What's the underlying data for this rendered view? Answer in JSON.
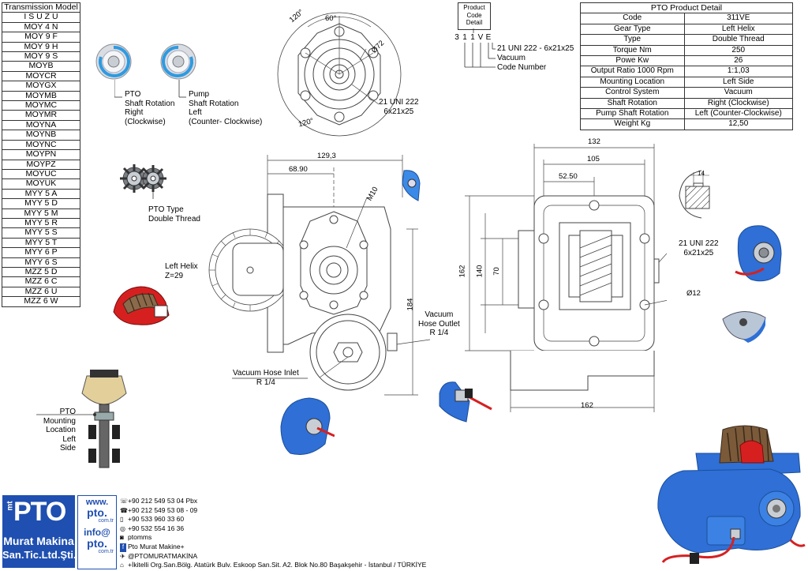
{
  "transmission_table": {
    "header": "Transmission Model",
    "rows": [
      "I S U Z U",
      "MOY 4 N",
      "MOY 9 F",
      "MOY 9 H",
      "MOY 9 S",
      "MOYB",
      "MOYCR",
      "MOYGX",
      "MOYMB",
      "MOYMC",
      "MOYMR",
      "MOYNA",
      "MOYNB",
      "MOYNC",
      "MOYPN",
      "MOYPZ",
      "MOYUC",
      "MOYUK",
      "MYY 5 A",
      "MYY 5 D",
      "MYY 5 M",
      "MYY 5 R",
      "MYY 5 S",
      "MYY 5 T",
      "MYY 6 P",
      "MYY 6 S",
      "MZZ 5 D",
      "MZZ 6 C",
      "MZZ 6 U",
      "MZZ 6 W"
    ]
  },
  "product_detail": {
    "title": "PTO Product Detail",
    "rows": [
      {
        "key": "Code",
        "value": "311VE"
      },
      {
        "key": "Gear Type",
        "value": "Left Helix"
      },
      {
        "key": "Type",
        "value": "Double Thread"
      },
      {
        "key": "Torque Nm",
        "value": "250"
      },
      {
        "key": "Powe Kw",
        "value": "26"
      },
      {
        "key": "Output Ratio 1000 Rpm",
        "value": "1:1,03"
      },
      {
        "key": "Mounting Location",
        "value": "Left Side"
      },
      {
        "key": "Control System",
        "value": "Vacuum"
      },
      {
        "key": "Shaft Rotation",
        "value": "Right (Clockwise)"
      },
      {
        "key": "Pump Shaft Rotation",
        "value": "Left (Counter-Clockwise)"
      },
      {
        "key": "Weight Kg",
        "value": "12,50"
      }
    ]
  },
  "code_detail": {
    "box_label": "Product Code Detail",
    "chars": [
      "3",
      "1",
      "1",
      "V",
      "E"
    ],
    "legend": [
      "21 UNI 222 - 6x21x25",
      "Vacuum",
      "Code Number"
    ]
  },
  "rotation": {
    "pto_label": "PTO\nShaft Rotation\nRight\n(Clockwise)",
    "pump_label": "Pump\nShaft Rotation\nLeft\n(Counter- Clockwise)"
  },
  "pto_type_label": "PTO Type\nDouble Thread",
  "left_helix_label": "Left Helix\nZ=29",
  "flange": {
    "angle_top_left": "120°",
    "angle_top": "60°",
    "angle_bottom": "120°",
    "diameter": "Ø72",
    "spline_label": "21 UNI 222\n6x21x25"
  },
  "front_view": {
    "dim_width": "129,3",
    "dim_half": "68.90",
    "thread": "M10",
    "height": "184",
    "vacuum_outlet": "Vacuum\nHose Outlet\nR 1/4",
    "vacuum_inlet": "Vacuum Hose Inlet\nR 1/4"
  },
  "side_view": {
    "dim_132": "132",
    "dim_105": "105",
    "dim_52": "52.50",
    "dim_162v": "162",
    "dim_140": "140",
    "dim_70": "70",
    "dim_162h": "162",
    "dim_14": "14",
    "spline_label": "21 UNI 222\n6x21x25",
    "hole_diameter": "Ø12"
  },
  "mounting": "PTO\nMounting\nLocation\nLeft\nSide",
  "footer": {
    "logo_pto": "PTO",
    "logo_prefix": "mt",
    "company_line1": "Murat Makina",
    "company_line2": "San.Tic.Ltd.Şti.",
    "web1_top": "www.",
    "web1_mid": "pto.",
    "web1_bot": "com.tr",
    "web2_top": "info@",
    "web2_mid": "pto.",
    "web2_bot": "com.tr",
    "contacts": [
      {
        "icon": "phone-icon",
        "text": "+90 212 549 53 04  Pbx"
      },
      {
        "icon": "fax-icon",
        "text": "+90 212 549 53 08 - 09"
      },
      {
        "icon": "mobile-icon",
        "text": "+90 533 960 33 60"
      },
      {
        "icon": "whatsapp-icon",
        "text": "+90 532 554 16 36"
      },
      {
        "icon": "instagram-icon",
        "text": "ptomms"
      },
      {
        "icon": "facebook-icon",
        "text": "Pto Murat Makine+"
      },
      {
        "icon": "twitter-icon",
        "text": "@PTOMURATMAKİNA"
      },
      {
        "icon": "location-icon",
        "text": "+İkitelli Org.San.Bölg. Atatürk Bulv. Eskoop San.Sit. A2. Blok No.80 Başakşehir - İstanbul / TÜRKİYE"
      }
    ]
  },
  "colors": {
    "brand_blue": "#2f6fd6",
    "accent_red": "#d62020",
    "line": "#444444"
  }
}
